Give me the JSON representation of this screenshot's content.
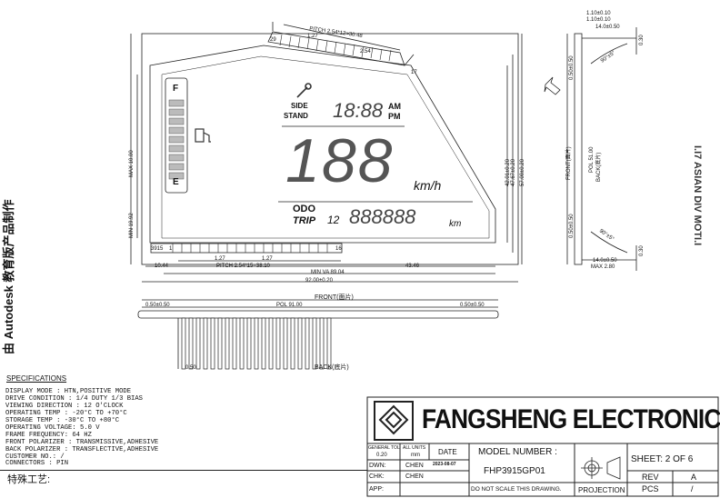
{
  "watermark": "由 Autodesk 教育版产品制作",
  "top_dims": {
    "pitch_top": "PITCH 2.54*12=30.48",
    "d1_27": "1.27",
    "d2_54": "2.54",
    "pin29": "29",
    "pin17": "17"
  },
  "lcd": {
    "fuel_f": "F",
    "fuel_e": "E",
    "side_stand_1": "SIDE",
    "side_stand_2": "STAND",
    "clock": "18:88",
    "am": "AM",
    "pm": "PM",
    "speed": "188",
    "kmh": "km/h",
    "odo": "ODO",
    "trip": "TRIP",
    "trip_num": "12",
    "odometer": "888888",
    "km": "km"
  },
  "left_dims": {
    "max10": "MAX 10.00",
    "min1992": "MIN 19.92"
  },
  "bottom_dims": {
    "pin3915": "3915",
    "pin1": "1",
    "pin16": "16",
    "b1_27a": "1.27",
    "b1_27b": "1.27",
    "d10_44": "10.44",
    "pitch_bottom": "PITCH 2.54*15=38.10",
    "d43_46": "43.46",
    "min_va": "MIN VA 89.04",
    "overall": "92.00±0.20"
  },
  "right_dims": {
    "d42": "42.01±0.20",
    "d47": "47.67±0.20",
    "d57": "57.00±0.20"
  },
  "side_view": {
    "t1": "1.10±0.10",
    "t2": "1.10±0.10",
    "t3": "14.0±0.50",
    "t4": "0.30",
    "r1": "90°±5°",
    "r2": "90°±5°",
    "front_cn": "FRONT(面片)",
    "back_cn": "BACK(底片)",
    "pol": "POL 51.00",
    "d050a": "0.50±0.50",
    "d050b": "0.50±0.50",
    "b1": "14.0±0.50",
    "b2": "MAX 2.80",
    "b3": "0.30"
  },
  "pin_view": {
    "front": "FRONT(面片)",
    "back": "BACK(底片)",
    "pol": "POL 91.00",
    "left_tol": "0.50±0.50",
    "right_tol": "0.50±0.50",
    "d050": "0.50"
  },
  "specs": {
    "heading": "SPECIFICATIONS",
    "lines": [
      "DISPLAY     MODE : HTN,POSITIVE MODE",
      "DRIVE   CONDITION : 1/4 DUTY 1/3 BIAS",
      "VIEWING DIRECTION : 12 O'CLOCK",
      "OPERATING    TEMP : -20°C TO +70°C",
      "STORAGE      TEMP : -30°C TO +80°C",
      "OPERATING VOLTAGE: 5.0 V",
      "FRAME FREQUENCY: 64 HZ",
      "FRONT POLARIZER : TRANSMISSIVE,ADHESIVE",
      "BACK  POLARIZER : TRANSFLECTIVE,ADHESIVE",
      "CUSTOMER    NO.: /",
      "CONNECTORS    : PIN"
    ],
    "special": "特殊工艺:"
  },
  "title_block": {
    "company": "FANGSHENG ELECTRONIC LTD",
    "general_tol": "GENERAL TOL",
    "tol_val": "0.20",
    "all_units": "ALL UNITS",
    "units_val": "mm",
    "date_label": "DATE",
    "model_label": "MODEL NUMBER :",
    "model": "FHP3915GP01",
    "dwn_label": "DWN:",
    "dwn_val": "CHEN",
    "chk_label": "CHK:",
    "chk_val": "CHEN",
    "app_label": "APP:",
    "date": "2023-08-07",
    "noscale": "DO NOT SCALE THIS DRAWING.",
    "projection": "PROJECTION",
    "sheet": "SHEET:  2  OF  6",
    "rev_label": "REV",
    "rev_val": "A",
    "pcs_label": "PCS",
    "pcs_val": "/"
  },
  "right_edge": "I.I7 ASIAN DIV MOTI.I"
}
